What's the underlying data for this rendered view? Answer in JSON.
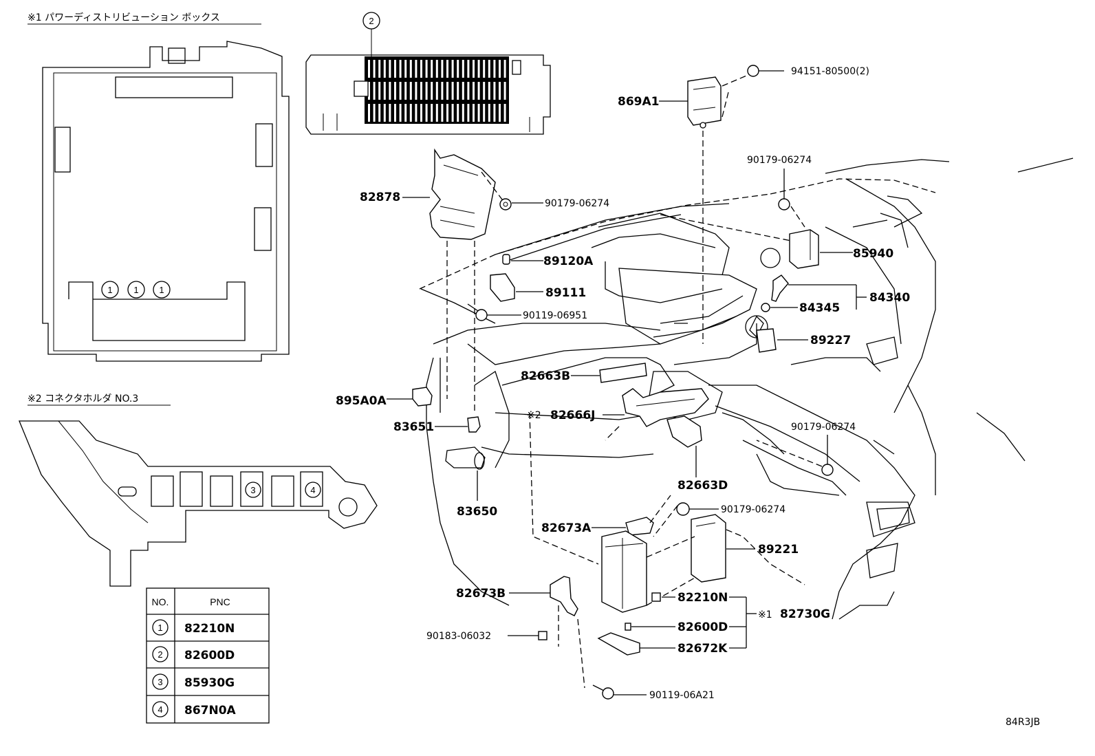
{
  "notes": {
    "note1": "※1 パワーディストリビューション ボックス",
    "note2": "※2 コネクタホルダ NO.3"
  },
  "inset_markers": {
    "m1": "1",
    "m2": "2",
    "m3": "3",
    "m4": "4"
  },
  "table": {
    "header_no": "NO.",
    "header_pnc": "PNC",
    "rows": [
      {
        "no": "1",
        "pnc": "82210N"
      },
      {
        "no": "2",
        "pnc": "82600D"
      },
      {
        "no": "3",
        "pnc": "85930G"
      },
      {
        "no": "4",
        "pnc": "867N0A"
      }
    ]
  },
  "parts": {
    "p869A1": "869A1",
    "p94151": "94151-80500(2)",
    "p82878": "82878",
    "p90179a": "90179-06274",
    "p90179b": "90179-06274",
    "p89120A": "89120A",
    "p89111": "89111",
    "p90119_06951": "90119-06951",
    "p85940": "85940",
    "p84340": "84340",
    "p84345": "84345",
    "p89227": "89227",
    "p82663B": "82663B",
    "p895A0A": "895A0A",
    "p82666J_mark": "※2",
    "p82666J": "82666J",
    "p83651": "83651",
    "p90179c": "90179-06274",
    "p83650": "83650",
    "p82663D": "82663D",
    "p90179d": "90179-06274",
    "p82673A": "82673A",
    "p89221": "89221",
    "p82673B": "82673B",
    "p82210N": "82210N",
    "p82730G_mark": "※1",
    "p82730G": "82730G",
    "p82600D": "82600D",
    "p90183": "90183-06032",
    "p82672K": "82672K",
    "p90119_06A21": "90119-06A21"
  },
  "figure_id": "84R3JB"
}
